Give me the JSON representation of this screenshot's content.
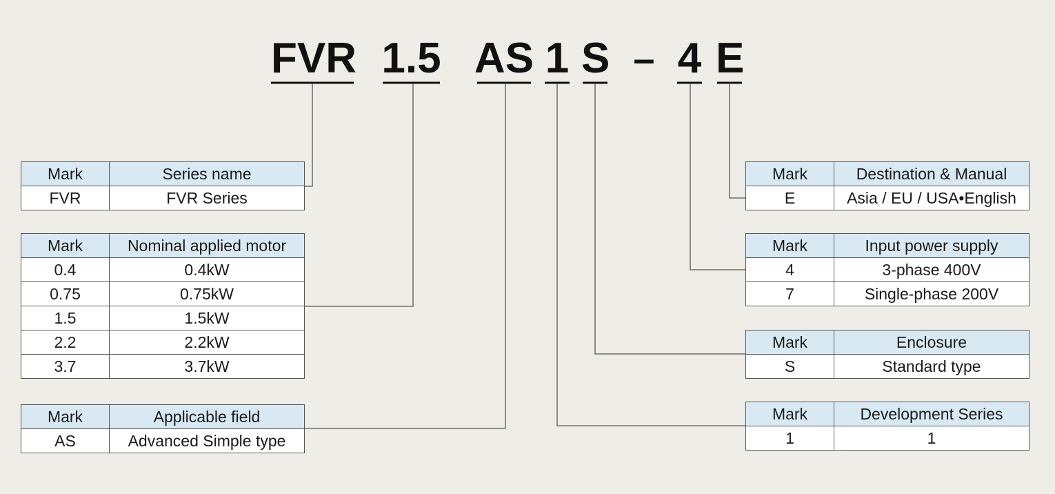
{
  "model_code": {
    "parts": [
      "FVR",
      "1.5",
      "AS",
      "1",
      "S",
      "4",
      "E"
    ],
    "separator": "–"
  },
  "tables": {
    "series": {
      "headers": [
        "Mark",
        "Series name"
      ],
      "rows": [
        [
          "FVR",
          "FVR Series"
        ]
      ]
    },
    "motor": {
      "headers": [
        "Mark",
        "Nominal applied motor"
      ],
      "rows": [
        [
          "0.4",
          "0.4kW"
        ],
        [
          "0.75",
          "0.75kW"
        ],
        [
          "1.5",
          "1.5kW"
        ],
        [
          "2.2",
          "2.2kW"
        ],
        [
          "3.7",
          "3.7kW"
        ]
      ]
    },
    "field": {
      "headers": [
        "Mark",
        "Applicable field"
      ],
      "rows": [
        [
          "AS",
          "Advanced Simple type"
        ]
      ]
    },
    "destination": {
      "headers": [
        "Mark",
        "Destination & Manual"
      ],
      "rows": [
        [
          "E",
          "Asia / EU / USA•English"
        ]
      ]
    },
    "power": {
      "headers": [
        "Mark",
        "Input power supply"
      ],
      "rows": [
        [
          "4",
          "3-phase 400V"
        ],
        [
          "7",
          "Single-phase 200V"
        ]
      ]
    },
    "enclosure": {
      "headers": [
        "Mark",
        "Enclosure"
      ],
      "rows": [
        [
          "S",
          "Standard type"
        ]
      ]
    },
    "development": {
      "headers": [
        "Mark",
        "Development Series"
      ],
      "rows": [
        [
          "1",
          "1"
        ]
      ]
    }
  }
}
